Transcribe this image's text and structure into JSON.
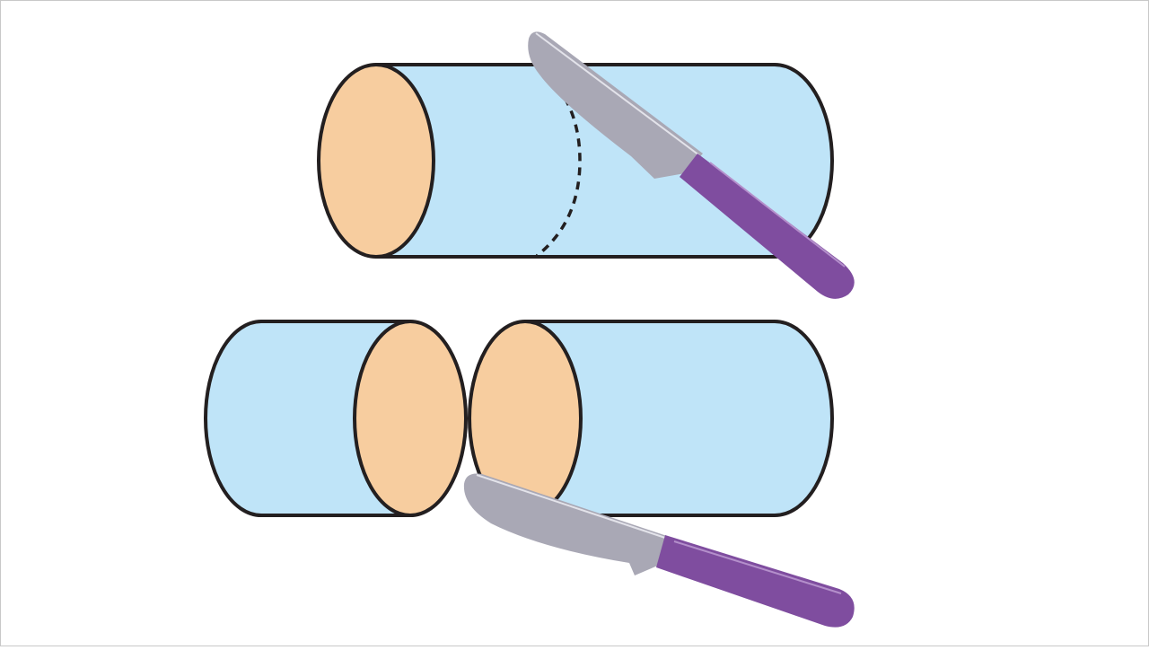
{
  "figure": {
    "type": "illustration",
    "objects": [
      "cylinder-whole",
      "knife-cutting",
      "cylinder-cut-left-piece",
      "cylinder-cut-right-piece",
      "knife-after-cut"
    ]
  },
  "colors": {
    "cylinder_body": "#bfe4f8",
    "cross_section": "#f7cd9f",
    "outline": "#231f20",
    "knife_blade": "#a9a8b5",
    "knife_handle": "#7f4d9f",
    "handle_highlight": "#b48fcb"
  }
}
